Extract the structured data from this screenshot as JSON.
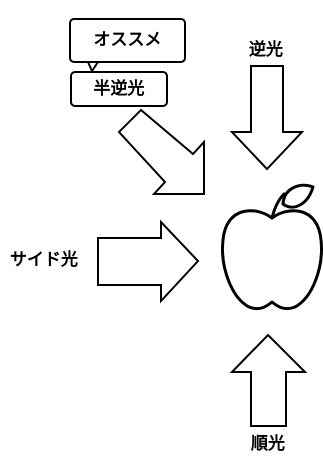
{
  "labels": {
    "recommend": "オススメ",
    "half_backlight": "半逆光",
    "backlight": "逆光",
    "side_light": "サイド光",
    "front_light": "順光"
  },
  "icons": {
    "subject": "apple-icon"
  },
  "colors": {
    "stroke": "#000000",
    "fill": "#ffffff"
  }
}
